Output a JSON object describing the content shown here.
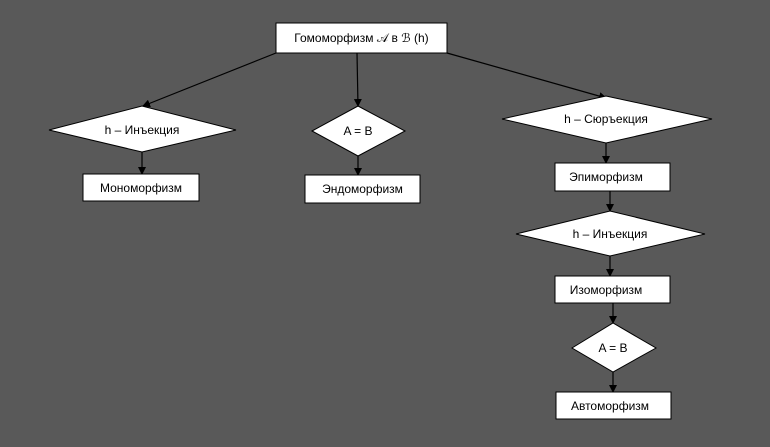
{
  "root": {
    "label": "Гомоморфизм 𝒜 в ℬ (h)"
  },
  "left": {
    "condition": "h – Инъекция",
    "result": "Мономорфизм"
  },
  "middle": {
    "condition": "A = B",
    "result": "Эндоморфизм"
  },
  "right": {
    "condition1": "h – Сюръекция",
    "result1": "Эпиморфизм",
    "condition2": "h – Инъекция",
    "result2": "Изоморфизм",
    "condition3": "A = B",
    "result3": "Автоморфизм"
  }
}
